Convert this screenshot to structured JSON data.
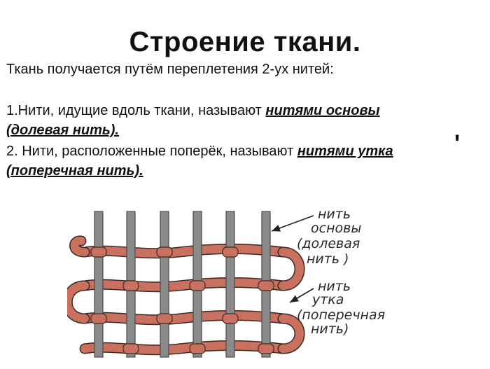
{
  "title": "Строение ткани.",
  "intro": "Ткань получается путём переплетения 2-ух нитей:",
  "item1": {
    "text": "1.Нити, идущие вдоль ткани,  называют ",
    "term": "нитями основы",
    "term2": "(долевая нить)."
  },
  "item2": {
    "text": "2. Нити, расположенные поперёк, называют ",
    "term": "нитями утка",
    "term2": "(поперечная нить)."
  },
  "mark": "'",
  "figure": {
    "label_warp": [
      "нить",
      "основы",
      "(долевая",
      "нить )"
    ],
    "label_weft": [
      "нить",
      "утка",
      "(поперечная",
      "нить)"
    ],
    "colors": {
      "warp": "#8a8a8a",
      "weft": "#c9705e",
      "outline": "#3a2a25"
    }
  }
}
